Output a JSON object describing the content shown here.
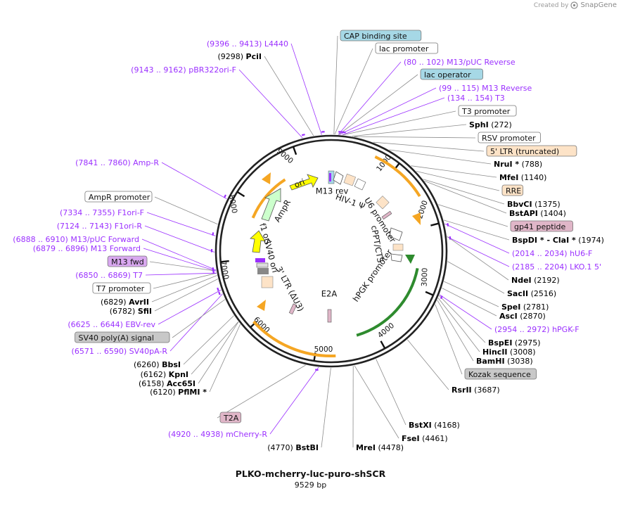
{
  "branding": {
    "created_by": "Created by",
    "logo_text": "SnapGene"
  },
  "plasmid": {
    "name": "PLKO-mcherry-luc-puro-shSCR",
    "size_text": "9529 bp",
    "length_bp": 9529
  },
  "colors": {
    "primer": "#9b30ff",
    "enzyme": "#000000",
    "leader": "#8c8c8c",
    "backbone": "#222222",
    "ltr": "#f5a623",
    "hpgk_promoter": "#2e8b2e",
    "ori": "#ffff00",
    "ampr": "#ccffcc",
    "f1ori": "#c8c8c8",
    "box_protein_bind": "#a6d8e6",
    "box_promoter": "#ffffff",
    "box_ltr": "#fde3c7",
    "box_rre": "#fde3c7",
    "box_misc": "#e0b6c8",
    "box_polya": "#c8c8c8",
    "box_kozak": "#c8c8c8",
    "box_primer_fill": "#d9a8f0"
  },
  "ticks": [
    "1000",
    "2000",
    "3000",
    "4000",
    "5000",
    "6000",
    "7000",
    "8000",
    "9000"
  ],
  "inner_features": [
    {
      "label": "M13 rev"
    },
    {
      "label": "HIV-1 Ψ"
    },
    {
      "label": "U6 promoter"
    },
    {
      "label": "cPPT/CTS"
    },
    {
      "label": "hPGK promoter"
    },
    {
      "label": "E2A"
    },
    {
      "label": "3' LTR (ΔU3)"
    },
    {
      "label": "SV40 ori"
    },
    {
      "label": "f1 ori"
    },
    {
      "label": "AmpR"
    },
    {
      "label": "ori"
    }
  ],
  "annotations": [
    {
      "kind": "primer",
      "name": "L4440",
      "pos": "(9396 .. 9413)"
    },
    {
      "kind": "enzyme",
      "name": "PciI",
      "pos": "(9298)"
    },
    {
      "kind": "primer",
      "name": "pBR322ori-F",
      "pos": "(9143 .. 9162)"
    },
    {
      "kind": "box",
      "name": "CAP binding site"
    },
    {
      "kind": "box",
      "name": "lac promoter"
    },
    {
      "kind": "primer",
      "name": "M13/pUC Reverse",
      "pos": "(80 .. 102)"
    },
    {
      "kind": "box",
      "name": "lac operator"
    },
    {
      "kind": "primer",
      "name": "M13 Reverse",
      "pos": "(99 .. 115)"
    },
    {
      "kind": "primer",
      "name": "T3",
      "pos": "(134 .. 154)"
    },
    {
      "kind": "box",
      "name": "T3 promoter"
    },
    {
      "kind": "enzyme",
      "name": "SphI",
      "pos": "(272)"
    },
    {
      "kind": "box",
      "name": "RSV promoter"
    },
    {
      "kind": "box",
      "name": "5' LTR (truncated)"
    },
    {
      "kind": "enzyme",
      "name": "NruI *",
      "pos": "(788)"
    },
    {
      "kind": "enzyme",
      "name": "MfeI",
      "pos": "(1140)"
    },
    {
      "kind": "box",
      "name": "RRE"
    },
    {
      "kind": "enzyme",
      "name": "BbvCI",
      "pos": "(1375)"
    },
    {
      "kind": "enzyme",
      "name": "BstAPI",
      "pos": "(1404)"
    },
    {
      "kind": "box",
      "name": "gp41 peptide"
    },
    {
      "kind": "enzyme",
      "name": "BspDI * - ClaI *",
      "pos": "(1974)"
    },
    {
      "kind": "primer",
      "name": "hU6-F",
      "pos": "(2014 .. 2034)"
    },
    {
      "kind": "primer",
      "name": "LKO.1 5'",
      "pos": "(2185 .. 2204)"
    },
    {
      "kind": "enzyme",
      "name": "NdeI",
      "pos": "(2192)"
    },
    {
      "kind": "enzyme",
      "name": "SacII",
      "pos": "(2516)"
    },
    {
      "kind": "enzyme",
      "name": "SpeI",
      "pos": "(2781)"
    },
    {
      "kind": "enzyme",
      "name": "AscI",
      "pos": "(2870)"
    },
    {
      "kind": "primer",
      "name": "hPGK-F",
      "pos": "(2954 .. 2972)"
    },
    {
      "kind": "enzyme",
      "name": "BspEI",
      "pos": "(2975)"
    },
    {
      "kind": "enzyme",
      "name": "HincII",
      "pos": "(3008)"
    },
    {
      "kind": "enzyme",
      "name": "BamHI",
      "pos": "(3038)"
    },
    {
      "kind": "box",
      "name": "Kozak sequence"
    },
    {
      "kind": "enzyme",
      "name": "RsrII",
      "pos": "(3687)"
    },
    {
      "kind": "enzyme",
      "name": "BstXI",
      "pos": "(4168)"
    },
    {
      "kind": "enzyme",
      "name": "FseI",
      "pos": "(4461)"
    },
    {
      "kind": "enzyme",
      "name": "MreI",
      "pos": "(4478)"
    },
    {
      "kind": "enzyme",
      "name": "BstBI",
      "pos": "(4770)"
    },
    {
      "kind": "primer",
      "name": "mCherry-R",
      "pos": "(4920 .. 4938)"
    },
    {
      "kind": "box",
      "name": "T2A"
    },
    {
      "kind": "enzyme",
      "name": "PflMI *",
      "pos": "(6120)"
    },
    {
      "kind": "enzyme",
      "name": "Acc65I",
      "pos": "(6158)"
    },
    {
      "kind": "enzyme",
      "name": "KpnI",
      "pos": "(6162)"
    },
    {
      "kind": "enzyme",
      "name": "BbsI",
      "pos": "(6260)"
    },
    {
      "kind": "primer",
      "name": "SV40pA-R",
      "pos": "(6571 .. 6590)"
    },
    {
      "kind": "box",
      "name": "SV40 poly(A) signal"
    },
    {
      "kind": "primer",
      "name": "EBV-rev",
      "pos": "(6625 .. 6644)"
    },
    {
      "kind": "enzyme",
      "name": "SfiI",
      "pos": "(6782)"
    },
    {
      "kind": "enzyme",
      "name": "AvrII",
      "pos": "(6829)"
    },
    {
      "kind": "box",
      "name": "T7 promoter"
    },
    {
      "kind": "primer",
      "name": "T7",
      "pos": "(6850 .. 6869)"
    },
    {
      "kind": "box",
      "name": "M13 fwd"
    },
    {
      "kind": "primer",
      "name": "M13 Forward",
      "pos": "(6879 .. 6896)"
    },
    {
      "kind": "primer",
      "name": "M13/pUC Forward",
      "pos": "(6888 .. 6910)"
    },
    {
      "kind": "primer",
      "name": "F1ori-R",
      "pos": "(7124 .. 7143)"
    },
    {
      "kind": "primer",
      "name": "F1ori-F",
      "pos": "(7334 .. 7355)"
    },
    {
      "kind": "box",
      "name": "AmpR promoter"
    },
    {
      "kind": "primer",
      "name": "Amp-R",
      "pos": "(7841 .. 7860)"
    }
  ]
}
